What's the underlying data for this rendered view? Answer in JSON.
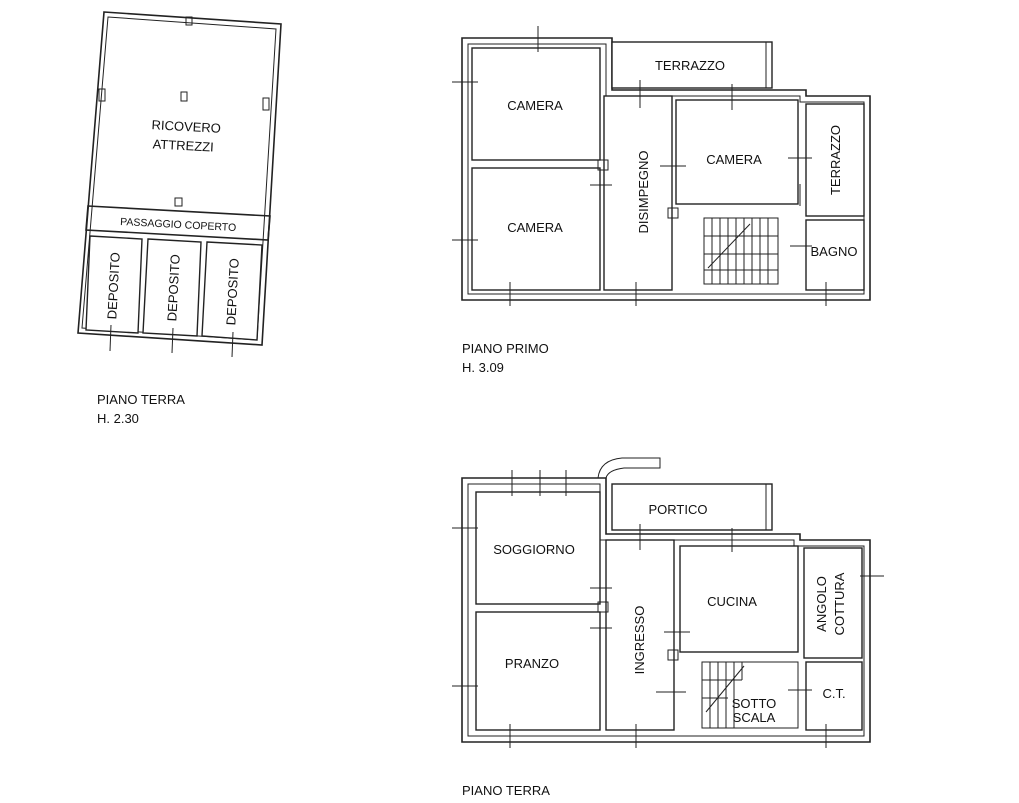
{
  "colors": {
    "line": "#222222",
    "text": "#111111",
    "background": "#ffffff"
  },
  "plan_outbuilding": {
    "rooms": {
      "ricovero_1": "RICOVERO",
      "ricovero_2": "ATTREZZI",
      "passaggio": "PASSAGGIO COPERTO",
      "deposito_1": "DEPOSITO",
      "deposito_2": "DEPOSITO",
      "deposito_3": "DEPOSITO"
    },
    "caption": {
      "name": "PIANO TERRA",
      "height": "H. 2.30"
    }
  },
  "plan_first_floor": {
    "rooms": {
      "camera_1": "CAMERA",
      "camera_2": "CAMERA",
      "camera_3": "CAMERA",
      "terrazzo_1": "TERRAZZO",
      "terrazzo_2": "TERRAZZO",
      "disimpegno": "DISIMPEGNO",
      "bagno": "BAGNO"
    },
    "caption": {
      "name": "PIANO PRIMO",
      "height": "H. 3.09"
    }
  },
  "plan_ground_floor": {
    "rooms": {
      "soggiorno": "SOGGIORNO",
      "portico": "PORTICO",
      "cucina": "CUCINA",
      "angolo_1": "ANGOLO",
      "angolo_2": "COTTURA",
      "ingresso": "INGRESSO",
      "pranzo": "PRANZO",
      "sotto_1": "SOTTO",
      "sotto_2": "SCALA",
      "ct": "C.T."
    },
    "caption": {
      "name": "PIANO TERRA"
    }
  }
}
